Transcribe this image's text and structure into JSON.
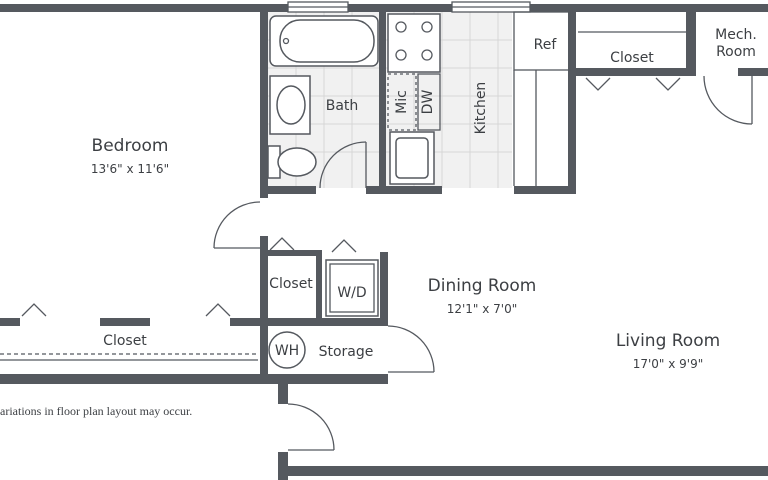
{
  "rooms": {
    "bedroom": {
      "name": "Bedroom",
      "dim": "13'6\" x 11'6\""
    },
    "bath": {
      "name": "Bath"
    },
    "kitchen": {
      "name": "Kitchen"
    },
    "mic": {
      "name": "Mic"
    },
    "dw": {
      "name": "DW"
    },
    "ref": {
      "name": "Ref"
    },
    "closet_top": {
      "name": "Closet"
    },
    "mech": {
      "name_line1": "Mech.",
      "name_line2": "Room"
    },
    "dining": {
      "name": "Dining Room",
      "dim": "12'1\" x 7'0\""
    },
    "living": {
      "name": "Living Room",
      "dim": "17'0\" x 9'9\""
    },
    "closet_small": {
      "name": "Closet"
    },
    "wd": {
      "name": "W/D"
    },
    "closet_bedroom": {
      "name": "Closet"
    },
    "wh": {
      "name": "WH"
    },
    "storage": {
      "name": "Storage"
    }
  },
  "note": "ariations in floor plan layout may occur.",
  "colors": {
    "wall": "#55595f",
    "text": "#3c3f43",
    "tile": "#f1f1f1"
  }
}
